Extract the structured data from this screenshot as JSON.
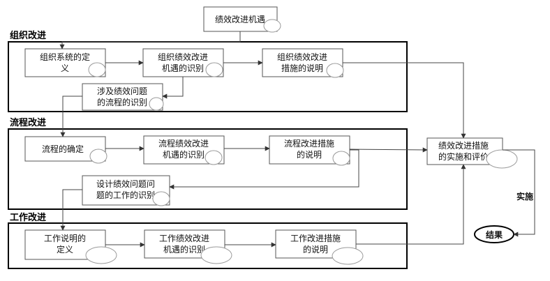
{
  "top_box": [
    "绩效改进机遇"
  ],
  "sections": {
    "org": {
      "title": "组织改进",
      "boxes": [
        [
          "组织系统的定",
          "义"
        ],
        [
          "组织绩效改进",
          "机遇的识别"
        ],
        [
          "组织绩效改进",
          "措施的说明"
        ]
      ],
      "sub_box": [
        "涉及绩效问题",
        "的流程的识别"
      ]
    },
    "process": {
      "title": "流程改进",
      "boxes": [
        [
          "流程的确定"
        ],
        [
          "流程绩效改进",
          "机遇的识别"
        ],
        [
          "流程改进措施",
          "的说明"
        ]
      ],
      "sub_box": [
        "设计绩效问题问",
        "题的工作的识别"
      ]
    },
    "job": {
      "title": "工作改进",
      "boxes": [
        [
          "工作说明的",
          "定义"
        ],
        [
          "工作绩效改进",
          "机遇的识别"
        ],
        [
          "工作改进措施",
          "的说明"
        ]
      ]
    }
  },
  "right_box": [
    "绩效改进措施",
    "的实施和评价"
  ],
  "implement_label": "实施",
  "result_label": "结果"
}
